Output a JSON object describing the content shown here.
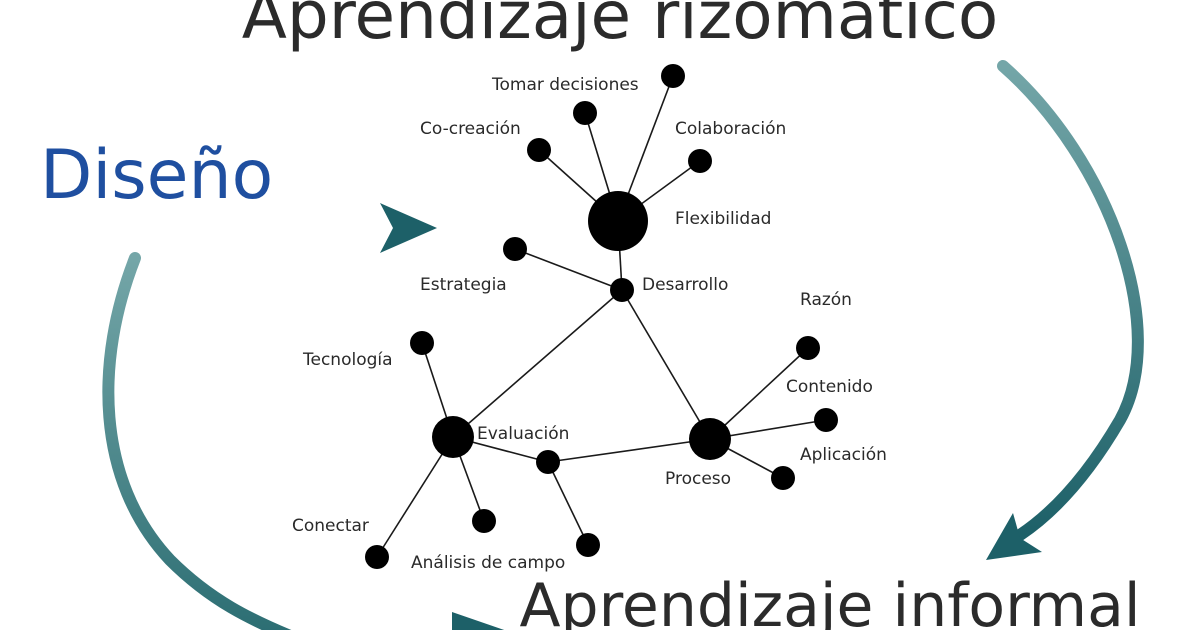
{
  "titles": {
    "top": "Aprendizaje rizomático",
    "left": "Diseño",
    "bottom": "Aprendizaje informal"
  },
  "colors": {
    "arrow": "#1d6068",
    "arrow_light": "#6fa1a3",
    "left_title": "#1f4fa0",
    "text": "#2b2b2b",
    "node": "#000000"
  },
  "nodes": {
    "tomar": "Tomar decisiones",
    "cocreacion": "Co-creación",
    "colaboracion": "Colaboración",
    "flexibilidad": "Flexibilidad",
    "estrategia": "Estrategia",
    "desarrollo": "Desarrollo",
    "razon": "Razón",
    "tecnologia": "Tecnología",
    "contenido": "Contenido",
    "evaluacion": "Evaluación",
    "aplicacion": "Aplicación",
    "proceso": "Proceso",
    "conectar": "Conectar",
    "analisis": "Análisis de campo"
  }
}
